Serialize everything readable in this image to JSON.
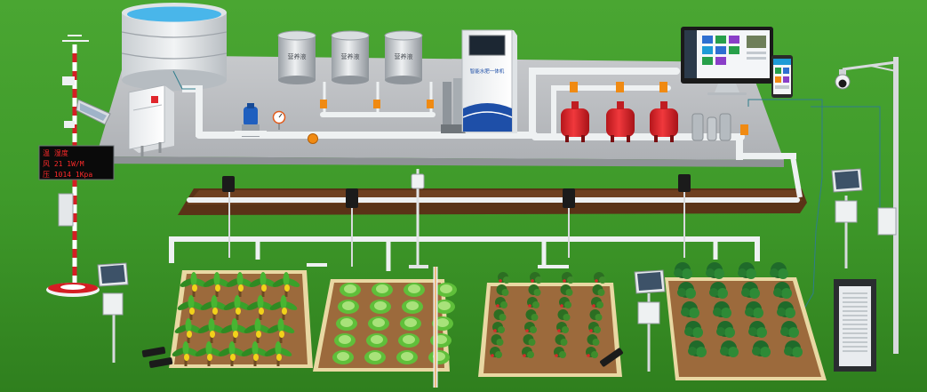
{
  "tanks": {
    "tank_1": "营养液",
    "tank_2": "营养液",
    "tank_3": "营养液"
  },
  "fertigation_machine": {
    "label": "智能水肥一体机"
  },
  "weather_display": {
    "row_1": "温  湿度",
    "row_2": "风  21 1W/M",
    "row_3": "压  1014 1Kpa"
  },
  "colors": {
    "grass": "#3f9a2a",
    "platform": "#b9bcc0",
    "pipe": "#eef1f2",
    "filter_red": "#e0262c",
    "valve_orange": "#f08a12",
    "trench": "#5a3317",
    "soil": "#9c6a3c",
    "screen_blue": "#1e4fa8",
    "led_red": "#ff2a2a"
  },
  "icons": {
    "pump": "pump-icon",
    "valve": "valve-icon",
    "gauge": "pressure-gauge-icon",
    "camera": "camera-icon",
    "solar": "solar-panel-icon",
    "monitor": "monitor-icon",
    "phone": "phone-icon"
  }
}
